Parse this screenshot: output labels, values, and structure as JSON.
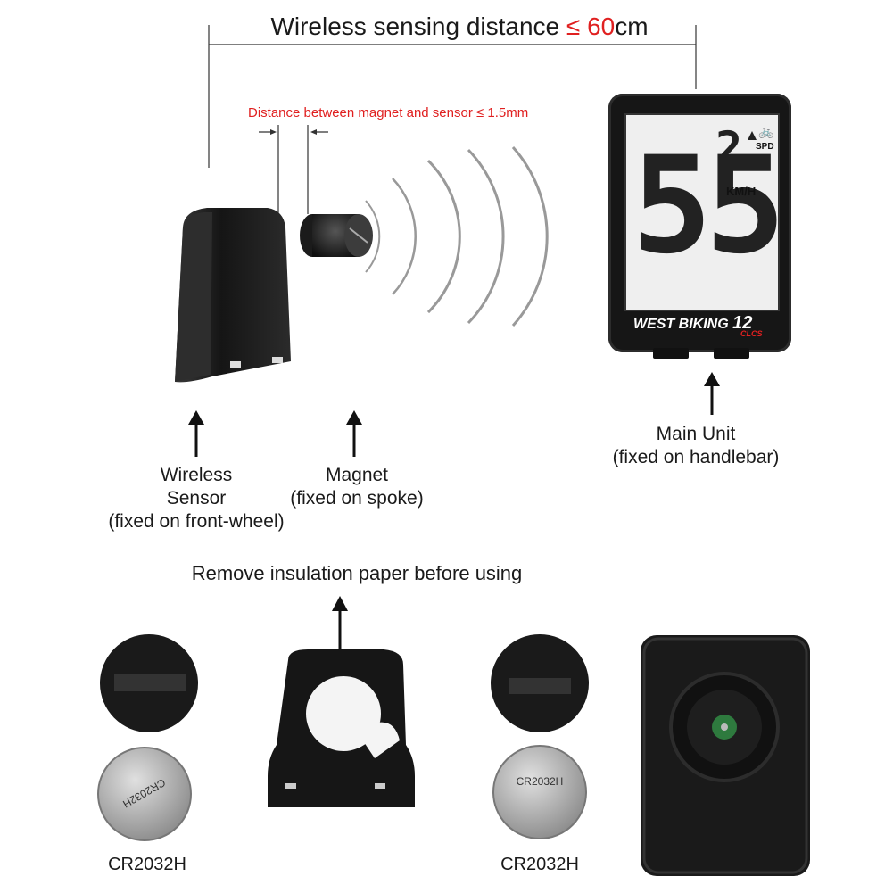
{
  "top": {
    "sensing_text": "Wireless sensing distance",
    "sensing_symbol": "≤ 60",
    "sensing_unit": "cm",
    "gap_text": "Distance between magnet and sensor ≤ 1.5mm"
  },
  "display": {
    "speed_digits": "55",
    "speed_decimal": "2",
    "speed_unit": "KM/H",
    "mode": "SPD",
    "brand": "WEST BIKING",
    "model_num": "12",
    "model_sub": "CLCS"
  },
  "labels": {
    "sensor_line1": "Wireless",
    "sensor_line2": "Sensor",
    "sensor_line3": "(fixed on front-wheel)",
    "magnet_line1": "Magnet",
    "magnet_line2": "(fixed on spoke)",
    "main_line1": "Main Unit",
    "main_line2": "(fixed on handlebar)"
  },
  "bottom": {
    "instruction": "Remove insulation paper before using",
    "battery_left": "CR2032H",
    "battery_right": "CR2032H",
    "coin_text": "CR2032H"
  },
  "colors": {
    "accent_red": "#e02020",
    "device_black": "#1c1c1c",
    "lcd_bg": "#efefef"
  }
}
